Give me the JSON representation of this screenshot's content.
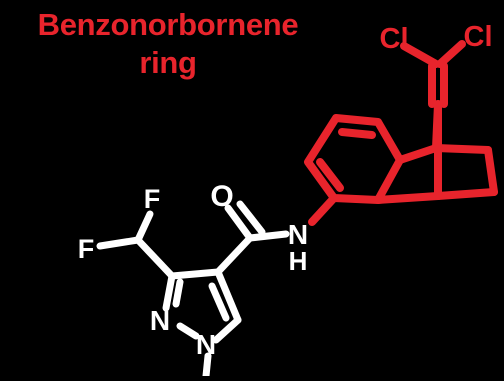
{
  "caption": {
    "line1": "Benzonorbornene",
    "line2": "ring"
  },
  "atom_labels": {
    "cl_left": "Cl",
    "cl_right": "Cl",
    "f_top": "F",
    "f_left": "F",
    "oxygen": "O",
    "amide_n": "N",
    "amide_h": "H",
    "pyrazole_n_left": "N",
    "pyrazole_n_bottom": "N"
  },
  "colors": {
    "background": "#000000",
    "highlight": "#e8242c",
    "bonds": "#ffffff"
  }
}
